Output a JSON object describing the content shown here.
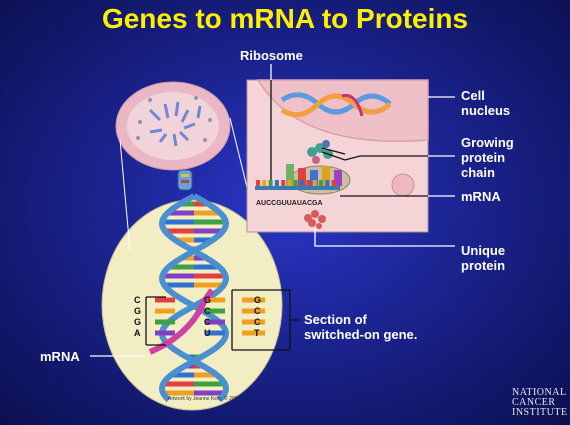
{
  "title": "Genes to mRNA to Proteins",
  "labels": {
    "ribosome": "Ribosome",
    "cell_nucleus": "Cell\nnucleus",
    "growing_protein_chain": "Growing\nprotein\nchain",
    "mrna_right": "mRNA",
    "unique_protein": "Unique\nprotein",
    "section_gene": "Section of\nswitched-on gene.",
    "mrna_left": "mRNA"
  },
  "mrna_sequence": "AUCCGUUAUACGA",
  "dna_left_strand": [
    "C",
    "G",
    "G",
    "A"
  ],
  "dna_middle_strand": [
    "G",
    "C",
    "C",
    "U"
  ],
  "dna_right_strand": [
    "G",
    "C",
    "C",
    "T"
  ],
  "credit": "Artwork by Jeanne Kelly. © 2004.",
  "logo": "NATIONAL CANCER INSTITUTE",
  "colors": {
    "title": "#ffef00",
    "background": "#1b238f",
    "cell": "#f2edc3",
    "nucleus_panel": "#f4d4d6",
    "dna_backbone": "#4a90d0"
  }
}
